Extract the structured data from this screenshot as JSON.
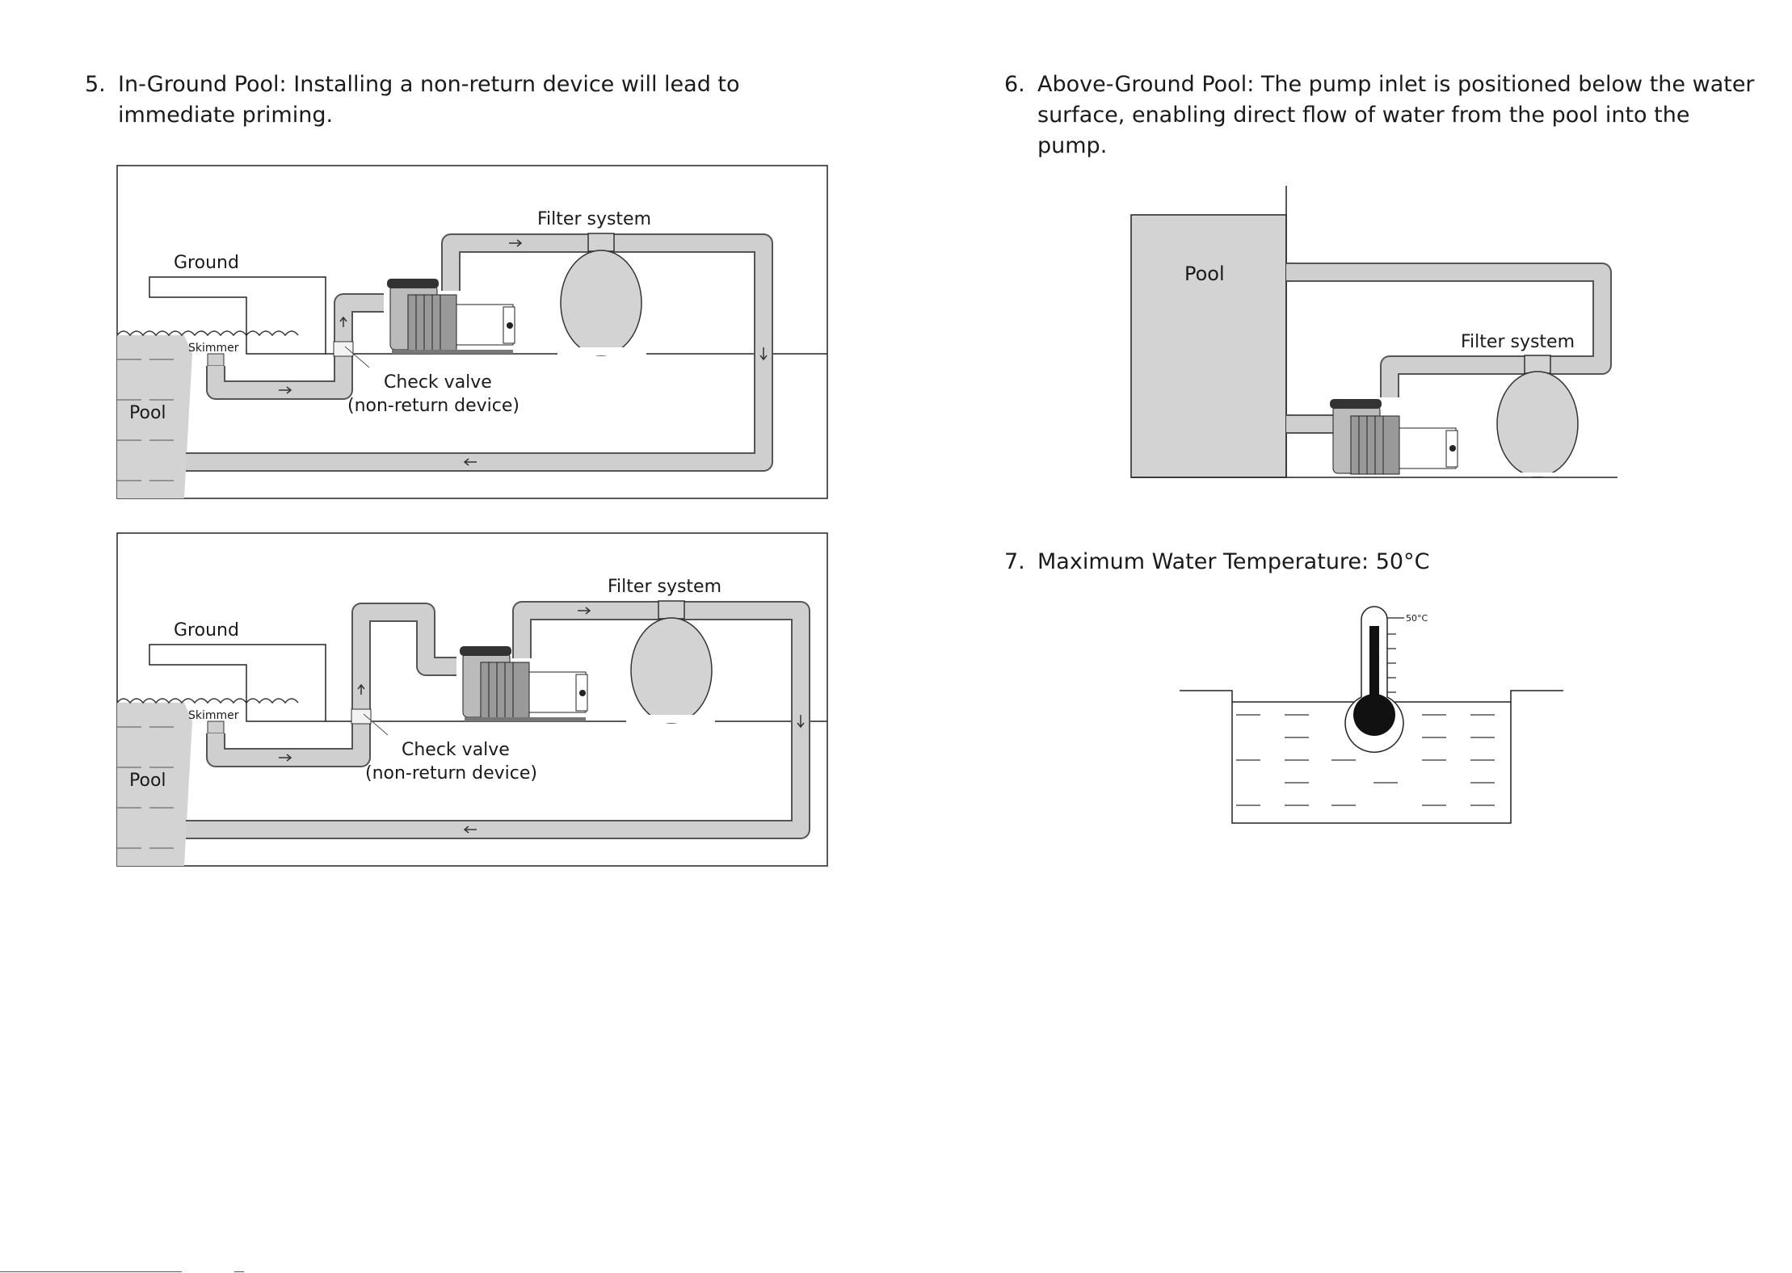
{
  "item5": {
    "number": "5.",
    "text": "In-Ground Pool: Installing a non-return device will lead to immediate priming."
  },
  "item6": {
    "number": "6.",
    "text": "Above-Ground Pool: The pump inlet is positioned below the water surface, enabling direct flow of water from the pool into the pump."
  },
  "item7": {
    "number": "7.",
    "text": "Maximum Water Temperature: 50°C"
  },
  "diagram1": {
    "filter_label": "Filter system",
    "ground_label": "Ground",
    "skimmer_label": "Skimmer",
    "pool_label": "Pool",
    "check_valve_label": "Check valve",
    "check_valve_sub": "(non-return device)"
  },
  "diagram2": {
    "filter_label": "Filter system",
    "ground_label": "Ground",
    "skimmer_label": "Skimmer",
    "pool_label": "Pool",
    "check_valve_label": "Check valve",
    "check_valve_sub": "(non-return device)"
  },
  "diagram3": {
    "pool_label": "Pool",
    "filter_label": "Filter system"
  },
  "diagram4": {
    "temp_label": "50°C"
  }
}
